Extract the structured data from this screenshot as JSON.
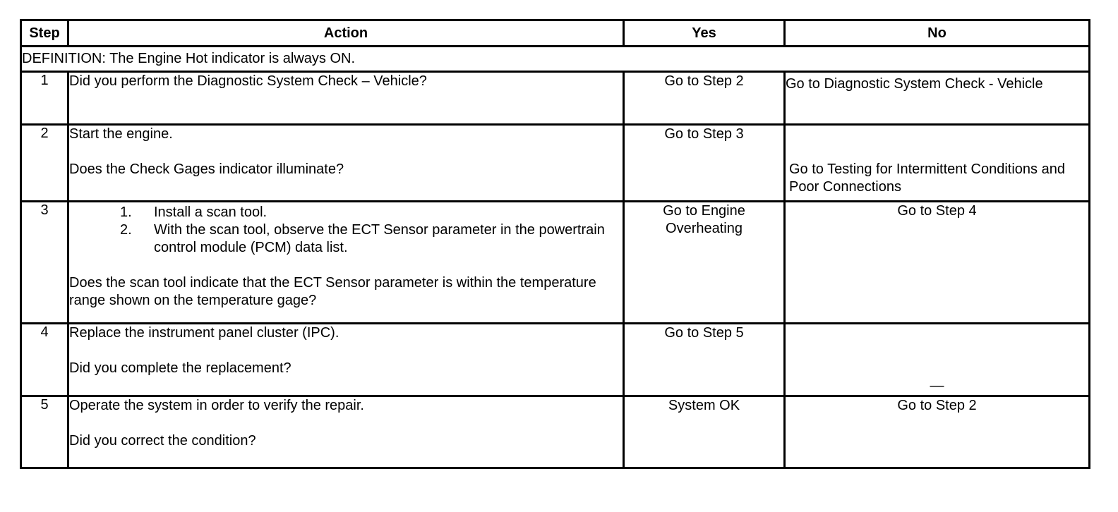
{
  "table": {
    "headers": {
      "step": "Step",
      "action": "Action",
      "yes": "Yes",
      "no": "No"
    },
    "definition": "DEFINITION: The Engine Hot indicator is always ON.",
    "rows": [
      {
        "step": "1",
        "action_lead": "Did you perform the Diagnostic System Check – Vehicle?",
        "action_tail": "",
        "substeps": [],
        "yes": "Go to Step 2",
        "no": "Go to Diagnostic System Check - Vehicle"
      },
      {
        "step": "2",
        "action_lead": "Start the engine.",
        "action_tail": "Does the Check Gages indicator illuminate?",
        "substeps": [],
        "yes": "Go to Step 3",
        "no": "Go to Testing for Intermittent Conditions and Poor Connections"
      },
      {
        "step": "3",
        "action_lead": "",
        "action_tail": "Does the scan tool indicate that the ECT Sensor parameter is within the temperature range shown on the temperature gage?",
        "substeps": [
          "Install a scan tool.",
          "With the scan tool, observe the ECT Sensor parameter in the powertrain control module (PCM) data list."
        ],
        "yes": "Go to Engine Overheating",
        "no": "Go to Step 4"
      },
      {
        "step": "4",
        "action_lead": "Replace the instrument panel cluster (IPC).",
        "action_tail": "Did you complete the replacement?",
        "substeps": [],
        "yes": "Go to Step 5",
        "no": "—"
      },
      {
        "step": "5",
        "action_lead": "Operate the system in order to verify the repair.",
        "action_tail": "Did you correct the condition?",
        "substeps": [],
        "yes": "System OK",
        "no": "Go to Step 2"
      }
    ]
  },
  "colors": {
    "border": "#000000",
    "background": "#ffffff",
    "text": "#000000"
  }
}
